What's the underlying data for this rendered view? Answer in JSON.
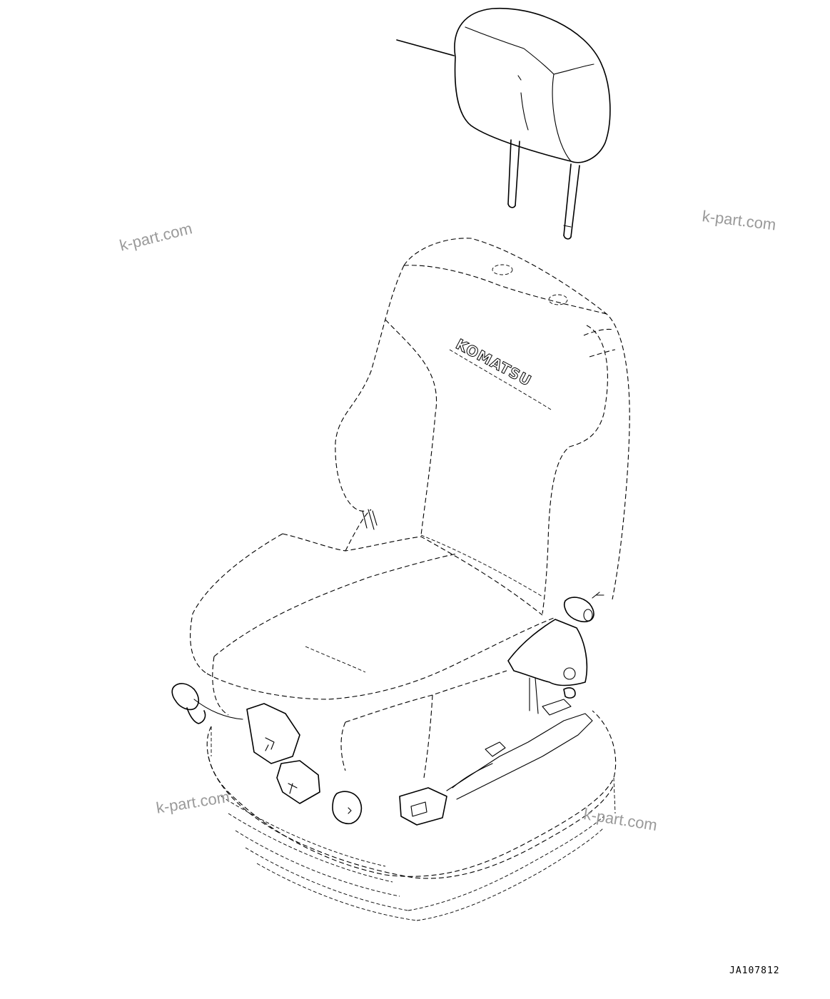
{
  "watermarks": [
    "k-part.com",
    "k-part.com",
    "k-part.com",
    "k-part.com"
  ],
  "brand_label": "KOMATSU",
  "drawing_code": "JA107812"
}
